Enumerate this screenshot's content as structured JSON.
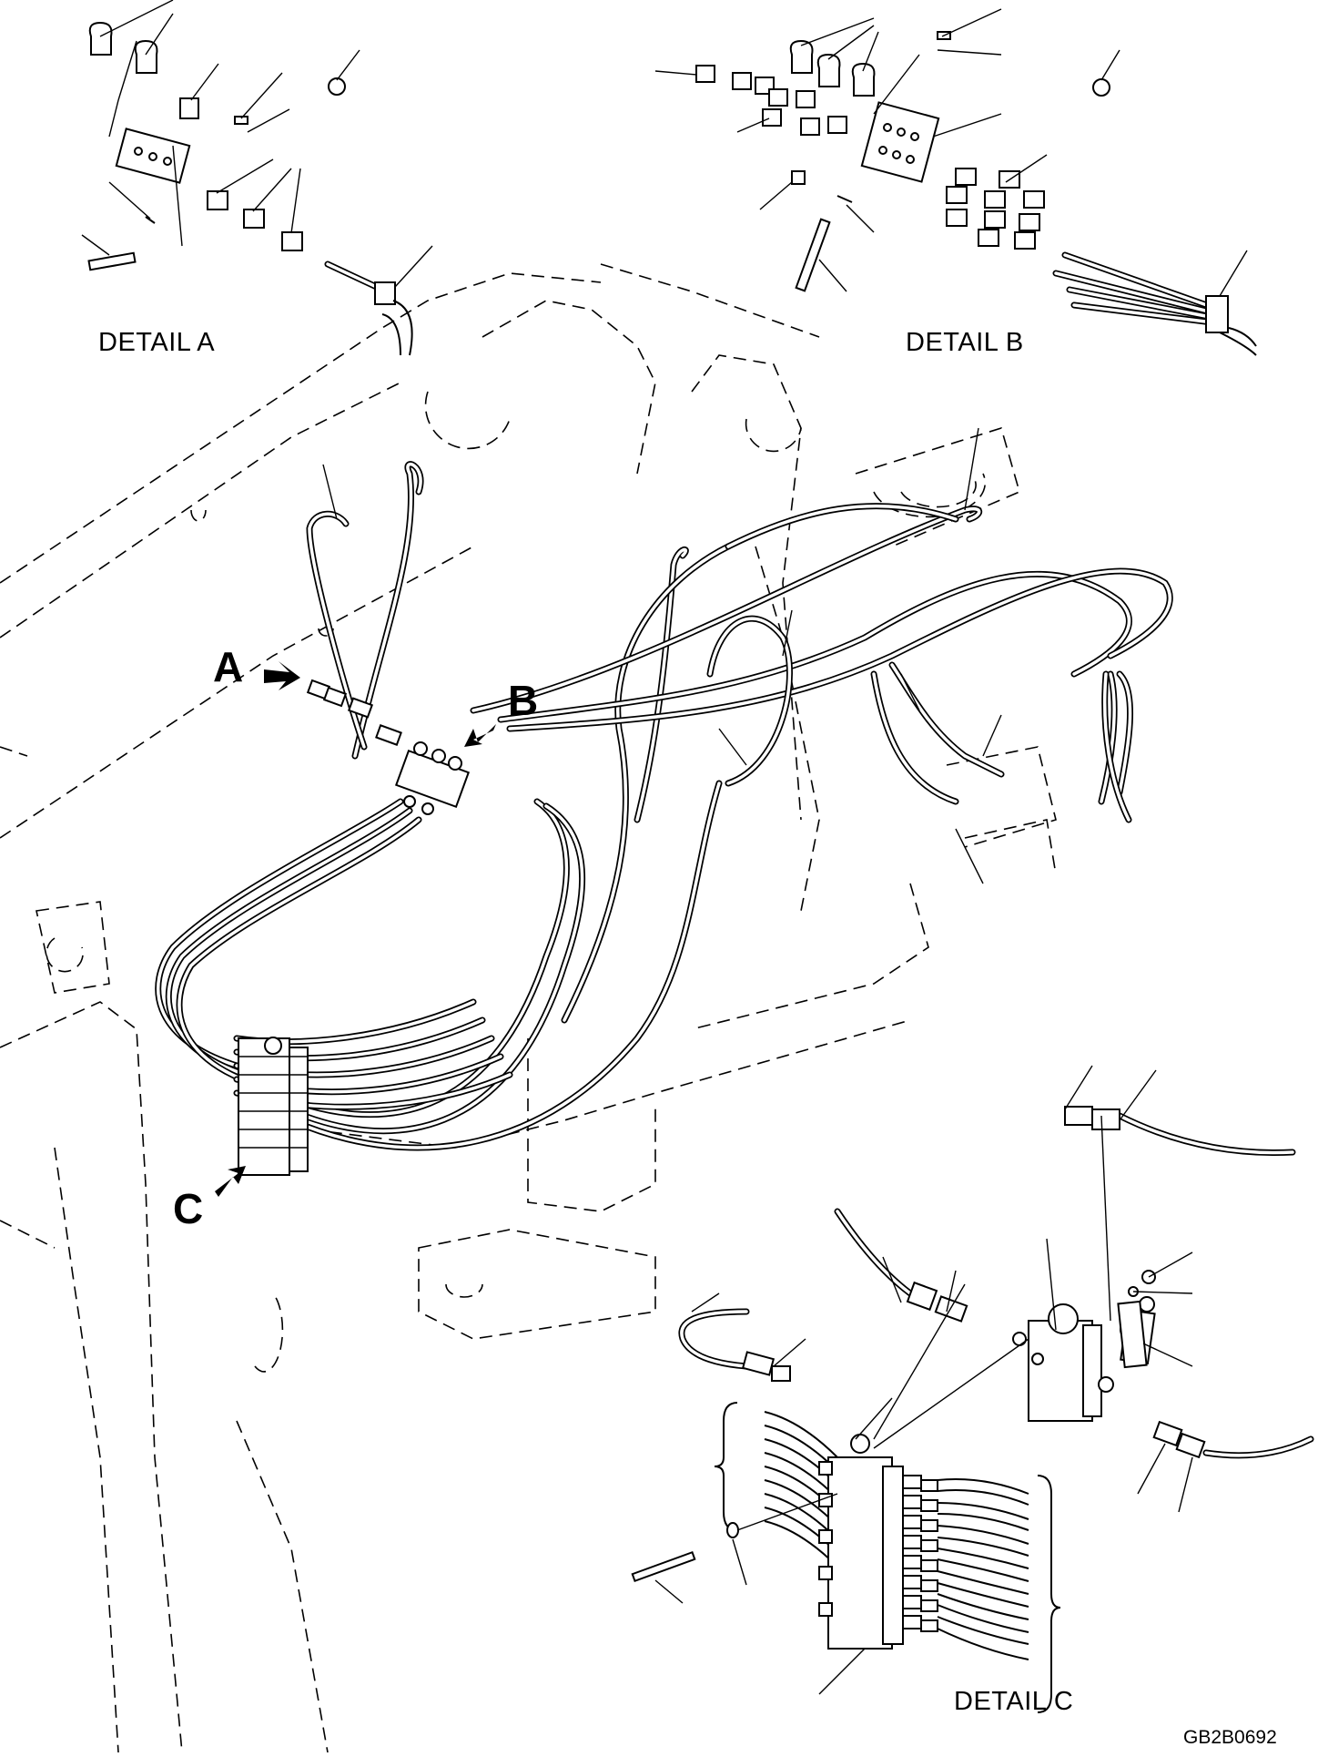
{
  "labels": {
    "detail_a": "DETAIL A",
    "detail_b": "DETAIL B",
    "detail_c": "DETAIL C",
    "callout_a": "A",
    "callout_b": "B",
    "callout_c": "C",
    "drawing_code": "GB2B0692"
  },
  "colors": {
    "ink": "#000000",
    "paper": "#ffffff"
  }
}
